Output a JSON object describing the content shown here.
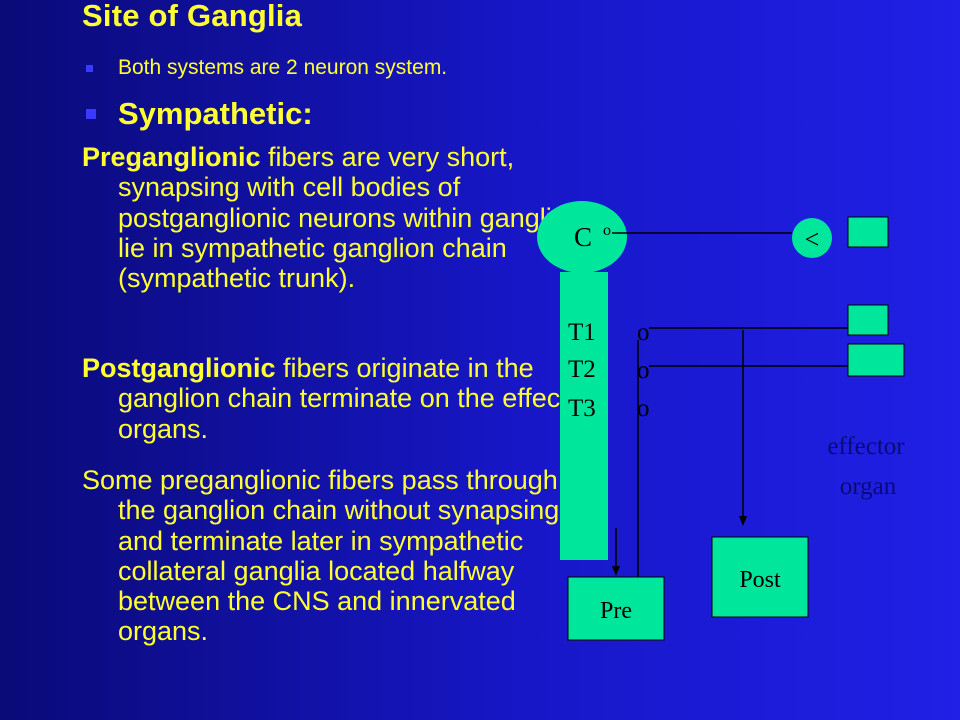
{
  "slide": {
    "title": "Site of Ganglia",
    "bullet1": "Both systems are 2 neuron system.",
    "bullet2": "Sympathetic:",
    "para1_bold": "Preganglionic",
    "para1_rest": " fibers are very short, synapsing with cell bodies of postganglionic neurons within ganglia lie in sympathetic ganglion chain (sympathetic trunk).",
    "para2_bold": "Postganglionic",
    "para2_rest": " fibers originate in the ganglion chain terminate on the effector organs.",
    "para3": "Some preganglionic fibers pass through the ganglion chain without synapsing and terminate later in sympathetic collateral ganglia located halfway between the CNS and innervated organs."
  },
  "diagram": {
    "c_label": "C",
    "c_dot": "o",
    "arrow_label": "<",
    "t1": "T1",
    "t2": "T2",
    "t3": "T3",
    "o1": "o",
    "o2": "o",
    "o3": "o",
    "effector_line1": "effector",
    "effector_line2": "organ",
    "post_label": "Post",
    "pre_label": "Pre"
  },
  "colors": {
    "text": "#ffff33",
    "bullet": "#3a3aff",
    "box_fill": "#00e69a",
    "line": "#000000",
    "effector_text": "#0a0a78"
  }
}
